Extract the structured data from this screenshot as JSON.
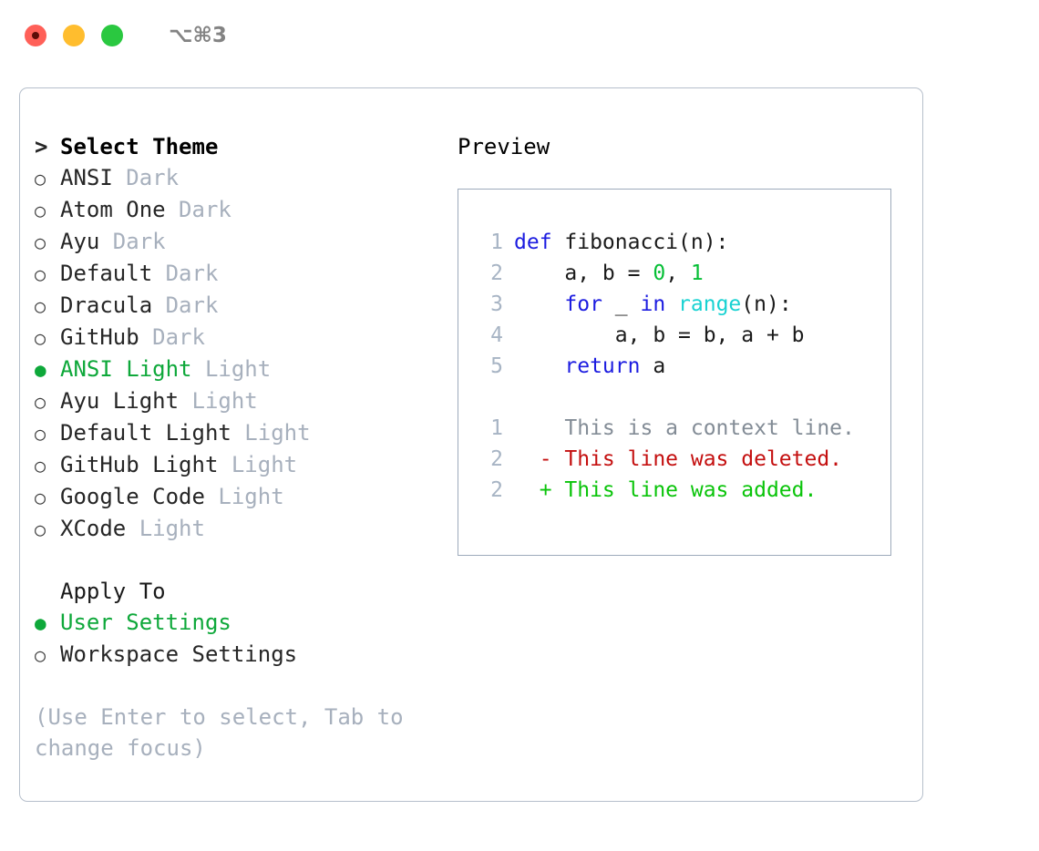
{
  "titlebar": {
    "shortcut": "⌥⌘3",
    "lights": [
      "close",
      "minimize",
      "maximize"
    ]
  },
  "left": {
    "heading": {
      "marker": ">",
      "label": "Select Theme"
    },
    "themes": [
      {
        "marker": "○",
        "name": "ANSI",
        "variant": "Dark",
        "selected": false
      },
      {
        "marker": "○",
        "name": "Atom One",
        "variant": "Dark",
        "selected": false
      },
      {
        "marker": "○",
        "name": "Ayu",
        "variant": "Dark",
        "selected": false
      },
      {
        "marker": "○",
        "name": "Default",
        "variant": "Dark",
        "selected": false
      },
      {
        "marker": "○",
        "name": "Dracula",
        "variant": "Dark",
        "selected": false
      },
      {
        "marker": "○",
        "name": "GitHub",
        "variant": "Dark",
        "selected": false
      },
      {
        "marker": "●",
        "name": "ANSI Light",
        "variant": "Light",
        "selected": true
      },
      {
        "marker": "○",
        "name": "Ayu Light",
        "variant": "Light",
        "selected": false
      },
      {
        "marker": "○",
        "name": "Default Light",
        "variant": "Light",
        "selected": false
      },
      {
        "marker": "○",
        "name": "GitHub Light",
        "variant": "Light",
        "selected": false
      },
      {
        "marker": "○",
        "name": "Google Code",
        "variant": "Light",
        "selected": false
      },
      {
        "marker": "○",
        "name": "XCode",
        "variant": "Light",
        "selected": false
      }
    ],
    "apply_to_title": "Apply To",
    "apply_to": [
      {
        "marker": "●",
        "label": "User Settings",
        "selected": true
      },
      {
        "marker": "○",
        "label": "Workspace Settings",
        "selected": false
      }
    ],
    "hint": "(Use Enter to select, Tab to change focus)"
  },
  "right": {
    "preview_title": "Preview",
    "code": [
      {
        "lineno": "1",
        "tokens": [
          {
            "t": "def ",
            "c": "kw"
          },
          {
            "t": "fibonacci(n):",
            "c": "plain"
          }
        ]
      },
      {
        "lineno": "2",
        "tokens": [
          {
            "t": "    a, b = ",
            "c": "plain"
          },
          {
            "t": "0",
            "c": "num"
          },
          {
            "t": ", ",
            "c": "plain"
          },
          {
            "t": "1",
            "c": "num"
          }
        ]
      },
      {
        "lineno": "3",
        "tokens": [
          {
            "t": "    ",
            "c": "plain"
          },
          {
            "t": "for",
            "c": "kw"
          },
          {
            "t": " _ ",
            "c": "plain"
          },
          {
            "t": "in",
            "c": "kw"
          },
          {
            "t": " ",
            "c": "plain"
          },
          {
            "t": "range",
            "c": "fn"
          },
          {
            "t": "(n):",
            "c": "plain"
          }
        ]
      },
      {
        "lineno": "4",
        "tokens": [
          {
            "t": "        a, b = b, a + b",
            "c": "plain"
          }
        ]
      },
      {
        "lineno": "5",
        "tokens": [
          {
            "t": "    ",
            "c": "plain"
          },
          {
            "t": "return",
            "c": "kw"
          },
          {
            "t": " a",
            "c": "plain"
          }
        ]
      }
    ],
    "diff": [
      {
        "lineno": "1",
        "marker": " ",
        "text": " This is a context line.",
        "kind": "ctx"
      },
      {
        "lineno": "2",
        "marker": "-",
        "text": " This line was deleted.",
        "kind": "del"
      },
      {
        "lineno": "2",
        "marker": "+",
        "text": " This line was added.",
        "kind": "add"
      }
    ]
  },
  "colors": {
    "accent_green": "#0ea83a",
    "muted": "#a7b0bd",
    "keyword": "#1c1ce0",
    "function": "#18d2d2",
    "number": "#06bf36",
    "diff_add": "#0ac40a",
    "diff_del": "#c40f0f",
    "diff_ctx": "#838c96",
    "border": "#b6bfcb",
    "preview_border": "#9daabb",
    "light_red": "#ff6058",
    "light_yellow": "#ffbd2e",
    "light_green": "#2ac840"
  }
}
